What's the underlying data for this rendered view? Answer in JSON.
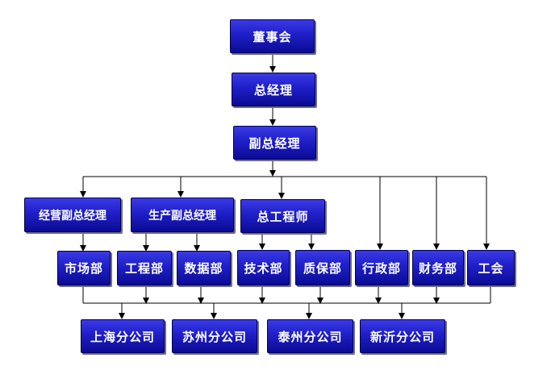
{
  "org": {
    "board": "董事会",
    "gm": "总经理",
    "deputy_gm": "副总经理",
    "biz_deputy_gm": "经营副总经理",
    "prod_deputy_gm": "生产副总经理",
    "chief_engineer": "总工程师",
    "market_dept": "市场部",
    "eng_dept": "工程部",
    "data_dept": "数据部",
    "tech_dept": "技术部",
    "qa_dept": "质保部",
    "admin_dept": "行政部",
    "finance_dept": "财务部",
    "union": "工会",
    "shanghai_branch": "上海分公司",
    "suzhou_branch": "苏州分公司",
    "taizhou_branch": "泰州分公司",
    "xinyi_branch": "新沂分公司"
  }
}
